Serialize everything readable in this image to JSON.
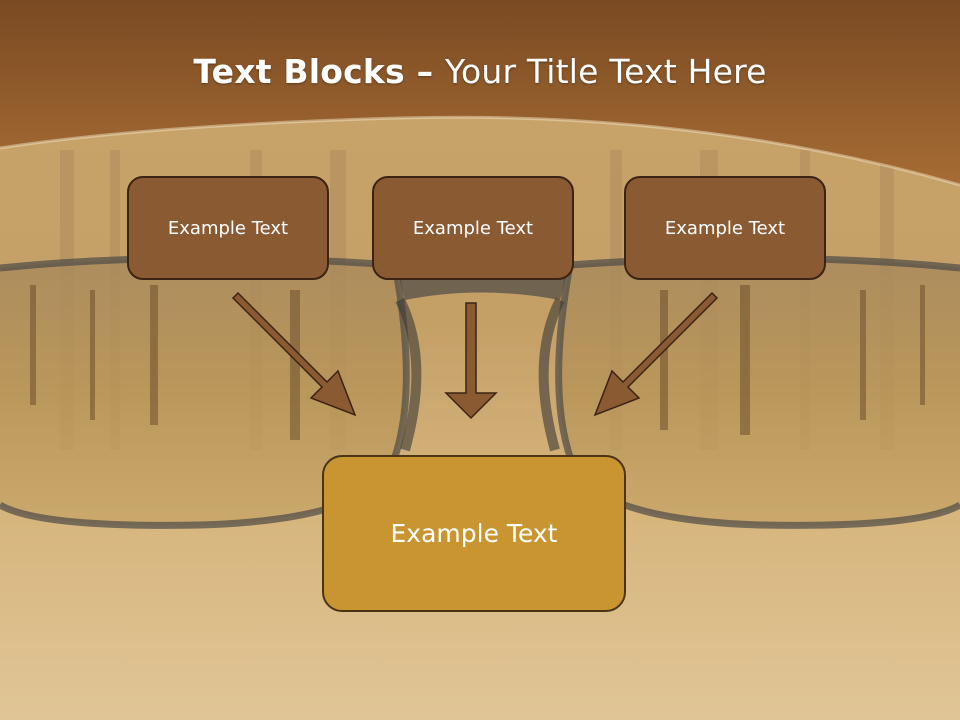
{
  "title": {
    "bold": "Text Blocks",
    "separator": " – ",
    "rest": "Your Title Text Here"
  },
  "boxes": {
    "top_left": "Example Text",
    "top_middle": "Example Text",
    "top_right": "Example Text",
    "main": "Example Text"
  },
  "colors": {
    "header_band": "#8b5a2b",
    "small_box": "#8a5a33",
    "main_box": "#c99530",
    "arrow": "#8a5a33"
  }
}
